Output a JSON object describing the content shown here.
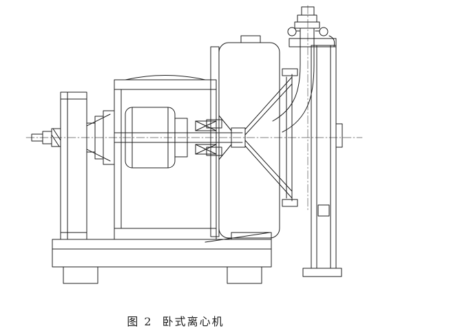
{
  "figure": {
    "label": "图 2",
    "title": "卧式离心机"
  },
  "drawing": {
    "subject": "horizontal-centrifuge-cross-section",
    "ink_color": "#1c1c1c",
    "paper_color": "#ffffff"
  }
}
